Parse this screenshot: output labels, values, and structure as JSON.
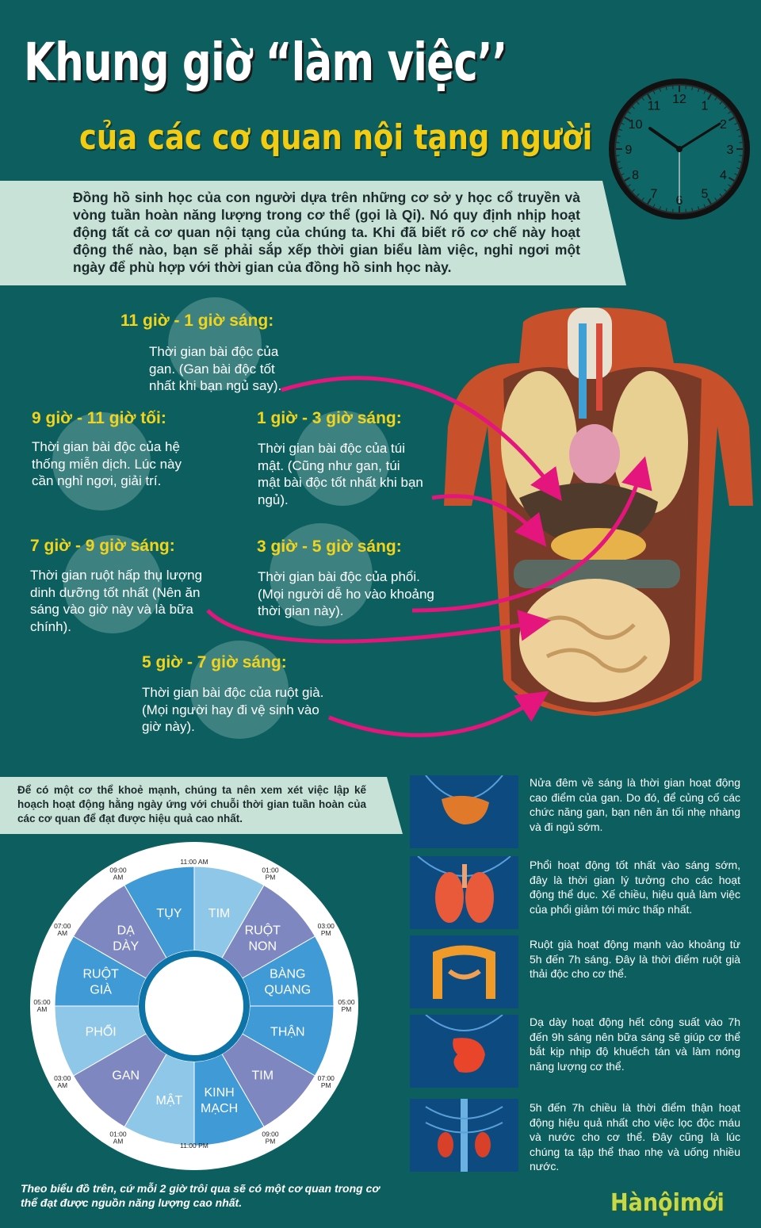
{
  "header": {
    "title_line1": "Khung giờ “làm việc’’",
    "title_line2": "của các cơ quan nội tạng người"
  },
  "clock": {
    "numbers": [
      "12",
      "1",
      "2",
      "3",
      "4",
      "5",
      "6",
      "7",
      "8",
      "9",
      "10",
      "11"
    ]
  },
  "intro": "Đồng hồ sinh học của con người dựa trên những cơ sở y học cổ truyền và vòng tuần hoàn năng lượng trong cơ thể (gọi là Qi). Nó quy định nhịp hoạt động tất cả cơ quan nội tạng của chúng ta. Khi đã biết rõ cơ chế này hoạt động thế nào, bạn sẽ phải sắp xếp thời gian biểu làm việc, nghỉ ngơi một ngày để phù hợp với thời gian của đồng hồ sinh học này.",
  "slots": [
    {
      "time": "11 giờ - 1 giờ sáng:",
      "desc": "Thời gian bài độc của gan. (Gan bài độc tốt nhất khi bạn ngủ say)."
    },
    {
      "time": "9 giờ - 11 giờ tối:",
      "desc": "Thời gian bài độc của hệ thống miễn dịch. Lúc này cần nghỉ ngơi, giải trí."
    },
    {
      "time": "1 giờ - 3 giờ sáng:",
      "desc": "Thời gian bài độc của túi mật. (Cũng như gan, túi mật bài độc tốt nhất khi bạn ngủ)."
    },
    {
      "time": "7 giờ - 9 giờ sáng:",
      "desc": "Thời gian ruột hấp thụ lượng dinh dưỡng tốt nhất (Nên ăn sáng vào giờ này và là bữa chính)."
    },
    {
      "time": "3 giờ - 5 giờ sáng:",
      "desc": "Thời gian bài độc của phổi. (Mọi người dễ ho vào khoảng thời gian này)."
    },
    {
      "time": "5 giờ - 7 giờ sáng:",
      "desc": "Thời gian bài độc của ruột già. (Mọi người hay đi vệ sinh vào giờ này)."
    }
  ],
  "advice": "Để có một cơ thể khoẻ mạnh, chúng ta nên xem xét việc lập kế hoạch hoạt động hằng ngày ứng với chuỗi thời gian tuần hoàn của các cơ quan để đạt được hiệu quả cao nhất.",
  "wheel": {
    "segments": [
      {
        "label": [
          "TIM"
        ],
        "color": "#8ec7e8"
      },
      {
        "label": [
          "RUỘT",
          "NON"
        ],
        "color": "#7f87c1"
      },
      {
        "label": [
          "BÀNG",
          "QUANG"
        ],
        "color": "#3f9ad6"
      },
      {
        "label": [
          "THẬN"
        ],
        "color": "#3f9ad6"
      },
      {
        "label": [
          "TIM"
        ],
        "color": "#7f87c1"
      },
      {
        "label": [
          "KINH",
          "MẠCH"
        ],
        "color": "#3f9ad6"
      },
      {
        "label": [
          "MẬT"
        ],
        "color": "#8ec7e8"
      },
      {
        "label": [
          "GAN"
        ],
        "color": "#7f87c1"
      },
      {
        "label": [
          "PHỔI"
        ],
        "color": "#8ec7e8"
      },
      {
        "label": [
          "RUỘT",
          "GIÀ"
        ],
        "color": "#3f9ad6"
      },
      {
        "label": [
          "DẠ",
          "DÀY"
        ],
        "color": "#7f87c1"
      },
      {
        "label": [
          "TỤY"
        ],
        "color": "#3f9ad6"
      }
    ],
    "times": [
      "11:00 AM",
      "01:00 PM",
      "03:00 PM",
      "05:00 PM",
      "07:00 PM",
      "09:00 PM",
      "11:00 PM",
      "01:00 AM",
      "03:00 AM",
      "05:00 AM",
      "07:00 AM",
      "09:00 AM"
    ]
  },
  "footnote": "Theo biểu đồ trên, cứ mỗi 2 giờ trôi qua sẽ có một cơ quan trong cơ thể đạt được nguồn năng lượng cao nhất.",
  "organs": [
    {
      "organ": "liver",
      "text": "Nửa đêm về sáng là thời gian hoạt động cao điểm của gan. Do đó, để củng cố các chức năng gan, bạn nên ăn tối nhẹ nhàng và đi ngủ sớm."
    },
    {
      "organ": "lungs",
      "text": "Phổi hoạt động tốt nhất vào sáng sớm, đây là thời gian lý tưởng cho các hoạt động thể dục. Xế chiều, hiệu quả làm việc của phổi giảm tới mức thấp nhất."
    },
    {
      "organ": "large-intestine",
      "text": "Ruột già hoạt động mạnh vào khoảng từ 5h đến 7h sáng. Đây là thời điểm ruột già thải độc cho cơ thể."
    },
    {
      "organ": "stomach",
      "text": "Dạ dày hoạt động hết công suất vào 7h đến 9h sáng nên bữa sáng sẽ giúp cơ thể bắt kịp nhịp độ khuếch tán và làm nóng năng lượng cơ thể."
    },
    {
      "organ": "kidneys",
      "text": "5h đến 7h chiều là thời điểm thận hoạt động hiệu quả nhất cho việc lọc độc máu và nước cho cơ thể. Đây cũng là lúc chúng ta tập thể thao nhẹ và uống nhiều nước."
    }
  ],
  "brand": "Hànộimới"
}
